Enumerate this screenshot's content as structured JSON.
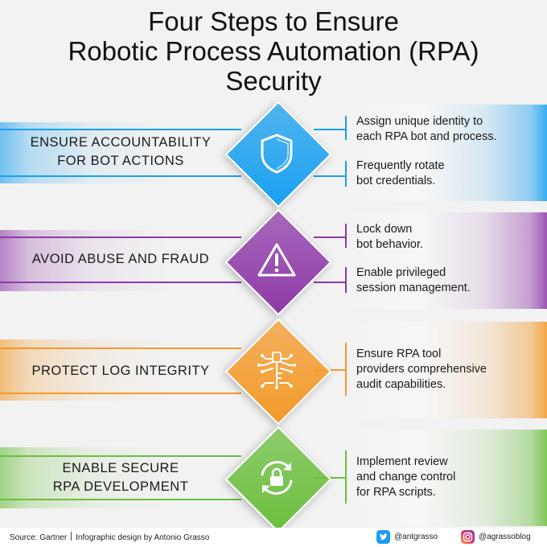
{
  "title": {
    "line1": "Four Steps to Ensure",
    "line2": "Robotic Process Automation (RPA)",
    "line3": "Security"
  },
  "steps": [
    {
      "label_lines": [
        "ENSURE ACCOUNTABILITY",
        "FOR BOT ACTIONS"
      ],
      "icon": "shield-icon",
      "color": "#1aa0f0",
      "actions": [
        {
          "lines": [
            "Assign unique identity to",
            "each RPA bot and process."
          ]
        },
        {
          "lines": [
            "Frequently rotate",
            "bot credentials."
          ]
        }
      ]
    },
    {
      "label_lines": [
        "AVOID ABUSE AND FRAUD"
      ],
      "icon": "warning-icon",
      "color": "#8e3aa8",
      "actions": [
        {
          "lines": [
            "Lock down",
            "bot behavior."
          ]
        },
        {
          "lines": [
            "Enable privileged",
            "session management."
          ]
        }
      ]
    },
    {
      "label_lines": [
        "PROTECT LOG INTEGRITY"
      ],
      "icon": "circuit-lock-icon",
      "color": "#f39a2b",
      "actions": [
        {
          "lines": [
            "Ensure RPA tool",
            "providers comprehensive",
            "audit capabilities."
          ]
        }
      ]
    },
    {
      "label_lines": [
        "ENABLE SECURE",
        "RPA DEVELOPMENT"
      ],
      "icon": "refresh-lock-icon",
      "color": "#6cbf3f",
      "actions": [
        {
          "lines": [
            "Implement review",
            "and change control",
            "for RPA scripts."
          ]
        }
      ]
    }
  ],
  "footer": {
    "source": "Source: Gartner",
    "design": "Infographic design by Antonio Grasso",
    "twitter": "@antgrasso",
    "instagram": "@agrassoblog"
  }
}
